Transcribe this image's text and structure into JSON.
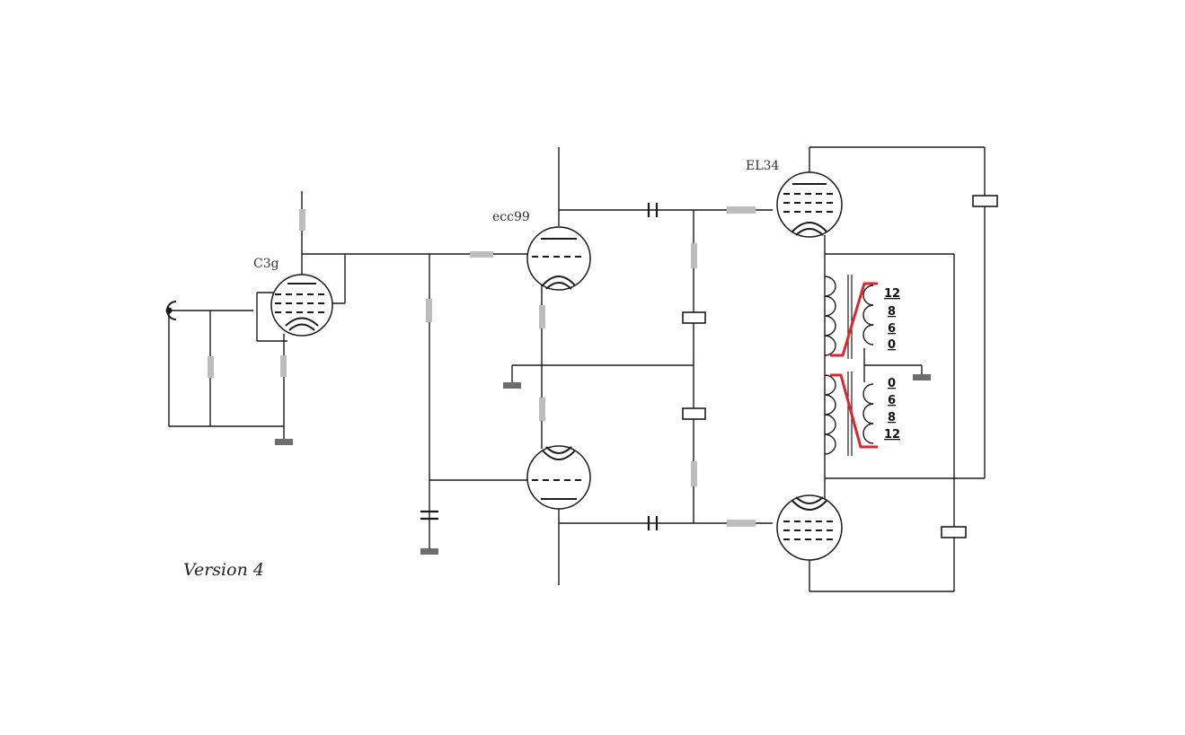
{
  "labels": {
    "input_tube": "C3g",
    "driver_tube": "ecc99",
    "output_tube": "EL34",
    "version": "Version 4"
  },
  "transformer": {
    "upper_taps": [
      "12",
      "8",
      "6",
      "0"
    ],
    "lower_taps": [
      "0",
      "6",
      "8",
      "12"
    ]
  },
  "colors": {
    "wire": "#1a1a1a",
    "resistor": "#bdbdbd",
    "ground": "#6e6e6e",
    "feedback_highlight": "#e0242b"
  }
}
